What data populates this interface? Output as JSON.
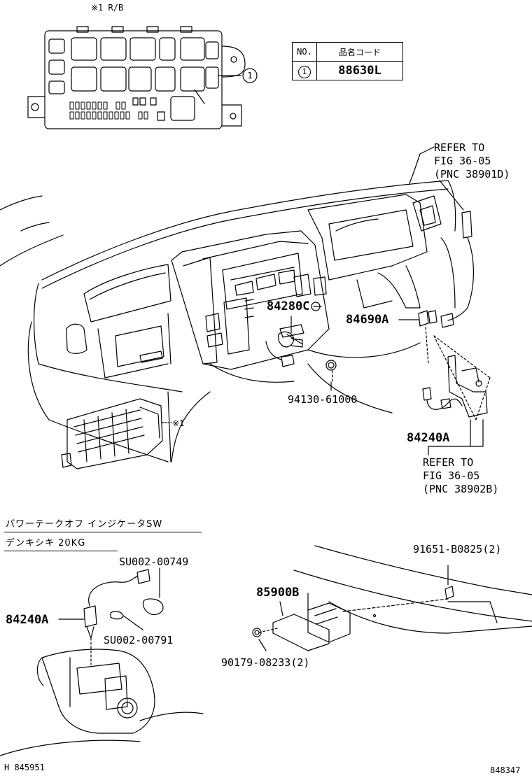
{
  "rb_note": "※1 R/B",
  "callout_1": "1",
  "legend": {
    "col_no": "NO.",
    "col_code": "品名コード",
    "rows": [
      {
        "no": "1",
        "code": "88630L"
      }
    ]
  },
  "refer_top": {
    "line1": "REFER TO",
    "line2": "FIG 36-05",
    "line3": "(PNC 38901D)"
  },
  "refer_bottom": {
    "line1": "REFER TO",
    "line2": "FIG 36-05",
    "line3": "(PNC 38902B)"
  },
  "parts": {
    "p84280C": "84280C",
    "p84690A": "84690A",
    "p94130": "94130-61000",
    "p84240A_top": "84240A",
    "rb_mark": "※1",
    "su749": "SU002-00749",
    "su791": "SU002-00791",
    "p84240A_bottom": "84240A",
    "p91651": "91651-B0825(2)",
    "p85900B": "85900B",
    "p90179": "90179-08233(2)"
  },
  "section_title": {
    "line1": "パワーテークオフ インジケータSW",
    "line2": "デンキシキ 20KG"
  },
  "footer": {
    "left": "H 845951",
    "right": "848347"
  }
}
